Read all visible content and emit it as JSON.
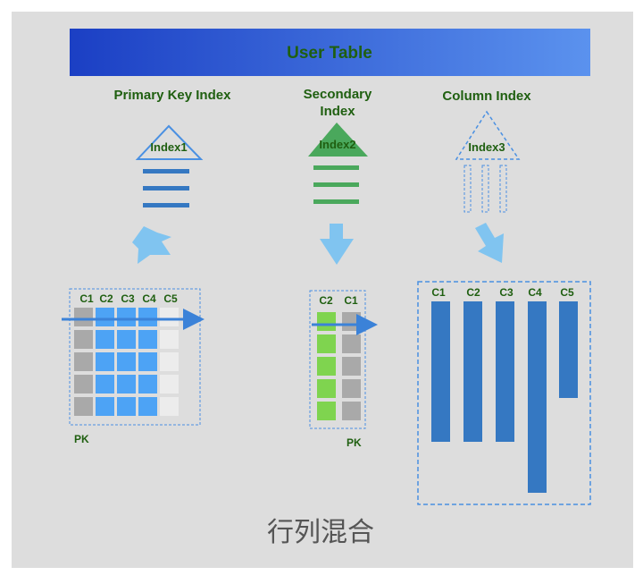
{
  "title": "User Table",
  "footer": "行列混合",
  "sections": {
    "primary": {
      "heading": "Primary Key Index",
      "index_label": "Index1",
      "columns": [
        "C1",
        "C2",
        "C3",
        "C4",
        "C5"
      ],
      "footer_label": "PK"
    },
    "secondary": {
      "heading_line1": "Secondary",
      "heading_line2": "Index",
      "index_label": "Index2",
      "columns": [
        "C2",
        "C1"
      ],
      "footer_label": "PK"
    },
    "column": {
      "heading": "Column Index",
      "index_label": "Index3",
      "columns": [
        "C1",
        "C2",
        "C3",
        "C4",
        "C5"
      ],
      "bar_fractions": [
        0.67,
        0.67,
        0.67,
        0.91,
        0.46
      ]
    }
  },
  "colors": {
    "title_gradient_start": "#1b3fc4",
    "title_gradient_end": "#5b92ee",
    "label_green": "#1f5f10",
    "blue_cell": "#4da3f5",
    "gray_cell": "#a9a9a9",
    "light_cell": "#ececec",
    "green_cell": "#7fd44f",
    "bar_blue": "#3578c2",
    "arrow_blue": "#3b82d8",
    "big_arrow": "#80c4f0",
    "index_green": "#4aa85c",
    "dash_blue": "#4a90e2"
  }
}
